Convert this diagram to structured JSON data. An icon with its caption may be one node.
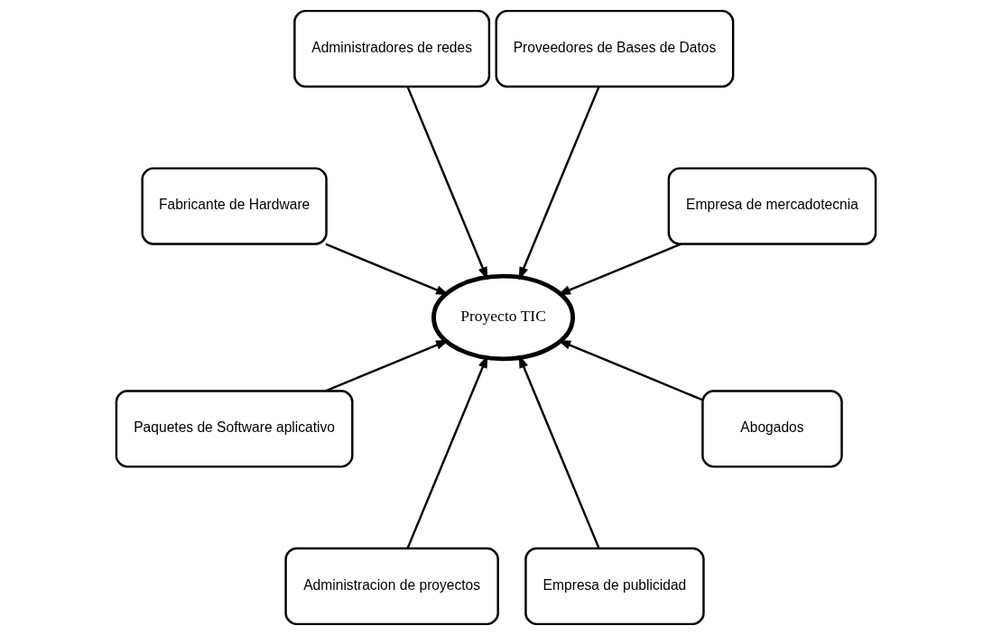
{
  "diagram": {
    "nodes": [
      {
        "text": [
          "Empresa de mercadotecnia"
        ]
      },
      {
        "text": [
          "Proveedores de Bases de Datos"
        ]
      },
      {
        "text": [
          "Administradores de redes"
        ]
      },
      {
        "text": [
          "Fabricante de Hardware"
        ]
      },
      {
        "text": [
          "Proyecto TIC"
        ]
      },
      {
        "text": [
          "Paquetes de Software aplicativo"
        ]
      },
      {
        "text": [
          "Administracion de proyectos"
        ]
      },
      {
        "text": [
          "Empresa de publicidad"
        ]
      },
      {
        "text": [
          "Abogados"
        ]
      }
    ],
    "edges": [
      {
        "from": 0,
        "to": 4,
        "arrow": "to"
      },
      {
        "from": 1,
        "to": 4,
        "arrow": "to"
      },
      {
        "from": 2,
        "to": 4,
        "arrow": "to"
      },
      {
        "from": 3,
        "to": 4,
        "arrow": "to"
      },
      {
        "from": 5,
        "to": 4,
        "arrow": "to"
      },
      {
        "from": 6,
        "to": 4,
        "arrow": "to"
      },
      {
        "from": 7,
        "to": 4,
        "arrow": "to"
      },
      {
        "from": 8,
        "to": 4,
        "arrow": "to"
      }
    ]
  }
}
